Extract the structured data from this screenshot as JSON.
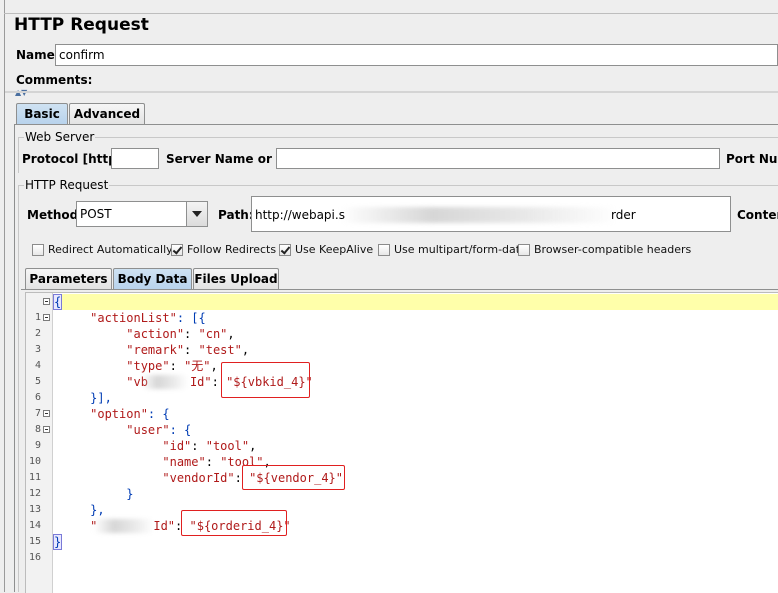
{
  "panel": {
    "title": "HTTP Request"
  },
  "name_field": {
    "label": "Name:",
    "value": "confirm"
  },
  "comments_field": {
    "label": "Comments:"
  },
  "tabs": [
    {
      "label": "Basic"
    },
    {
      "label": "Advanced"
    }
  ],
  "web_server": {
    "title": "Web Server",
    "protocol_label": "Protocol [http]:",
    "protocol_value": "",
    "server_label": "Server Name or IP:",
    "server_value": "",
    "port_label": "Port Num"
  },
  "http_request": {
    "title": "HTTP Request",
    "method_label": "Method:",
    "method_value": "POST",
    "path_label": "Path:",
    "path_value_start": "http://webapi.s",
    "path_value_end": "rder",
    "content_label": "Conten"
  },
  "checkboxes": [
    {
      "label": "Redirect Automatically",
      "checked": false
    },
    {
      "label": "Follow Redirects",
      "checked": true
    },
    {
      "label": "Use KeepAlive",
      "checked": true
    },
    {
      "label": "Use multipart/form-data",
      "checked": false
    },
    {
      "label": "Browser-compatible headers",
      "checked": false
    }
  ],
  "subtabs": [
    {
      "label": "Parameters"
    },
    {
      "label": "Body Data"
    },
    {
      "label": "Files Upload"
    }
  ],
  "body_lines": [
    {
      "num": "1"
    },
    {
      "num": "2"
    },
    {
      "num": "3"
    },
    {
      "num": "4"
    },
    {
      "num": "5"
    },
    {
      "num": "6"
    },
    {
      "num": "7"
    },
    {
      "num": "8"
    },
    {
      "num": "9"
    },
    {
      "num": "10"
    },
    {
      "num": "11"
    },
    {
      "num": "12"
    },
    {
      "num": "13"
    },
    {
      "num": "14"
    },
    {
      "num": "15"
    },
    {
      "num": "16"
    }
  ],
  "body_text": {
    "l1": "{",
    "l2k": "\"actionList\"",
    "l2p": ": [{",
    "l3k": "\"action\"",
    "l3c": ": ",
    "l3v": "\"cn\"",
    "l3e": ",",
    "l4k": "\"remark\"",
    "l4c": ": ",
    "l4v": "\"test\"",
    "l4e": ",",
    "l5k": "\"type\"",
    "l5c": ": ",
    "l5v": "\"无\"",
    "l5e": ",",
    "l6a": "\"vb",
    "l6b": "Id\"",
    "l6c": ": ",
    "l6v": "\"${vbkid_4}\"",
    "l7": "}],",
    "l8k": "\"option\"",
    "l8p": ": {",
    "l9k": "\"user\"",
    "l9p": ": {",
    "l10k": "\"id\"",
    "l10c": ": ",
    "l10v": "\"tool\"",
    "l10e": ",",
    "l11k": "\"name\"",
    "l11c": ": ",
    "l11v": "\"tool\"",
    "l11e": ",",
    "l12k": "\"vendorId\"",
    "l12c": ": ",
    "l12v": "\"${vendor_4}\"",
    "l13": "}",
    "l14": "},",
    "l15a": "\"",
    "l15b": "Id\"",
    "l15c": ": ",
    "l15v": "\"${orderid_4}\"",
    "l16": "}"
  }
}
